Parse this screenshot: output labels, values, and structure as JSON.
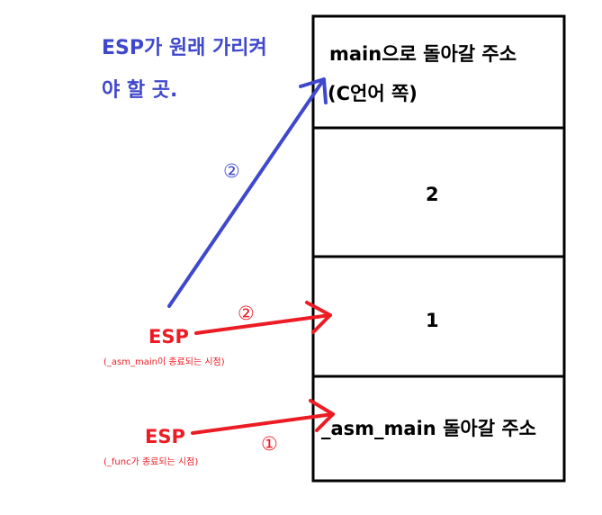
{
  "note": {
    "line1": "ESP가 원래 가리켜",
    "line2": "야 할 곳."
  },
  "stack": {
    "cells": [
      {
        "line1": "main으로 돌아갈 주소",
        "line2": "(C언어 쪽)"
      },
      {
        "line1": "2"
      },
      {
        "line1": "1"
      },
      {
        "line1": "_asm_main 돌아갈 주소"
      }
    ]
  },
  "markers": {
    "blue_step": "②",
    "red_step_upper": "②",
    "red_step_lower": "①"
  },
  "esp_upper": {
    "label": "ESP",
    "caption": "(_asm_main이 종료되는 시점)"
  },
  "esp_lower": {
    "label": "ESP",
    "caption": "(_func가 종료되는 시점)"
  },
  "colors": {
    "blue": "#3f48cc",
    "red": "#ed1c24",
    "black": "#000000"
  }
}
